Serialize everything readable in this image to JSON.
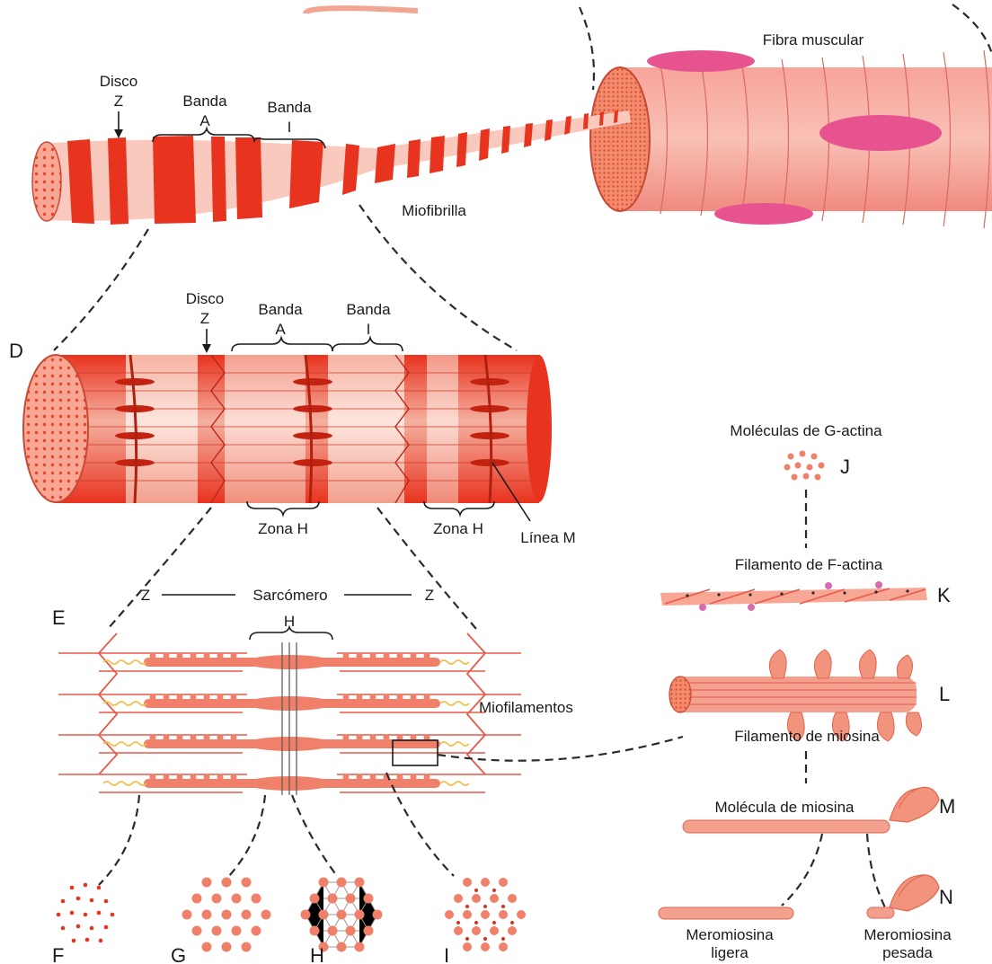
{
  "labels": {
    "fibra_muscular": "Fibra muscular",
    "disco_z_top_1": "Disco",
    "disco_z_top_2": "Z",
    "banda_a_top_1": "Banda",
    "banda_a_top_2": "A",
    "banda_i_top_1": "Banda",
    "banda_i_top_2": "I",
    "miofibrilla": "Miofibrilla",
    "disco_z_mid_1": "Disco",
    "disco_z_mid_2": "Z",
    "banda_a_mid_1": "Banda",
    "banda_a_mid_2": "A",
    "banda_i_mid_1": "Banda",
    "banda_i_mid_2": "I",
    "zona_h_1": "Zona H",
    "zona_h_2": "Zona H",
    "linea_m": "Línea M",
    "z_left": "Z",
    "sarcomero": "Sarcómero",
    "z_right": "Z",
    "h_label": "H",
    "miofilamentos": "Miofilamentos",
    "g_actina": "Moléculas de G-actina",
    "f_actina": "Filamento de F-actina",
    "filamento_miosina": "Filamento de miosina",
    "molecula_miosina": "Molécula de miosina",
    "meromiosina_ligera_1": "Meromiosina",
    "meromiosina_ligera_2": "ligera",
    "meromiosina_pesada_1": "Meromiosina",
    "meromiosina_pesada_2": "pesada"
  },
  "tags": {
    "D": "D",
    "E": "E",
    "F": "F",
    "G": "G",
    "H": "H",
    "I": "I",
    "J": "J",
    "K": "K",
    "L": "L",
    "M": "M",
    "N": "N"
  },
  "colors": {
    "muscle_dark": "#e8331f",
    "muscle_light": "#f8b7a6",
    "muscle_pale": "#fbd3c8",
    "fiber_body": "#f48e84",
    "nucleus": "#e6538f",
    "filament": "#f0806a",
    "titin": "#f2c04a"
  }
}
